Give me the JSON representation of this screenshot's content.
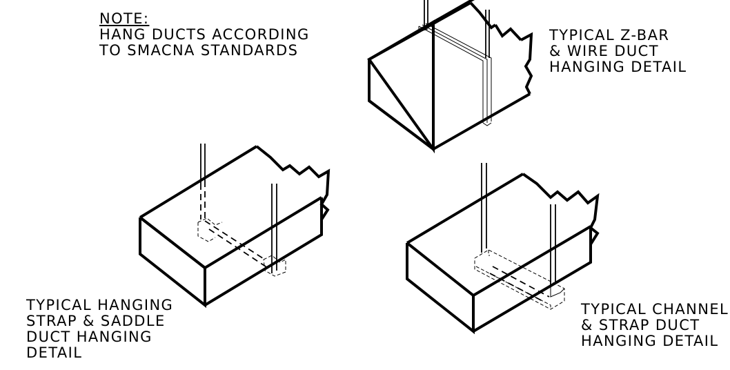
{
  "note": {
    "heading": "NOTE:",
    "lines": [
      "HANG DUCTS ACCORDING",
      "TO SMACNA STANDARDS"
    ]
  },
  "details": [
    {
      "lines": [
        "TYPICAL Z-BAR",
        "& WIRE DUCT",
        "HANGING DETAIL"
      ]
    },
    {
      "lines": [
        "TYPICAL HANGING",
        "STRAP & SADDLE",
        "DUCT HANGING",
        "DETAIL"
      ]
    },
    {
      "lines": [
        "TYPICAL CHANNEL",
        "& STRAP DUCT",
        "HANGING DETAIL"
      ]
    }
  ]
}
